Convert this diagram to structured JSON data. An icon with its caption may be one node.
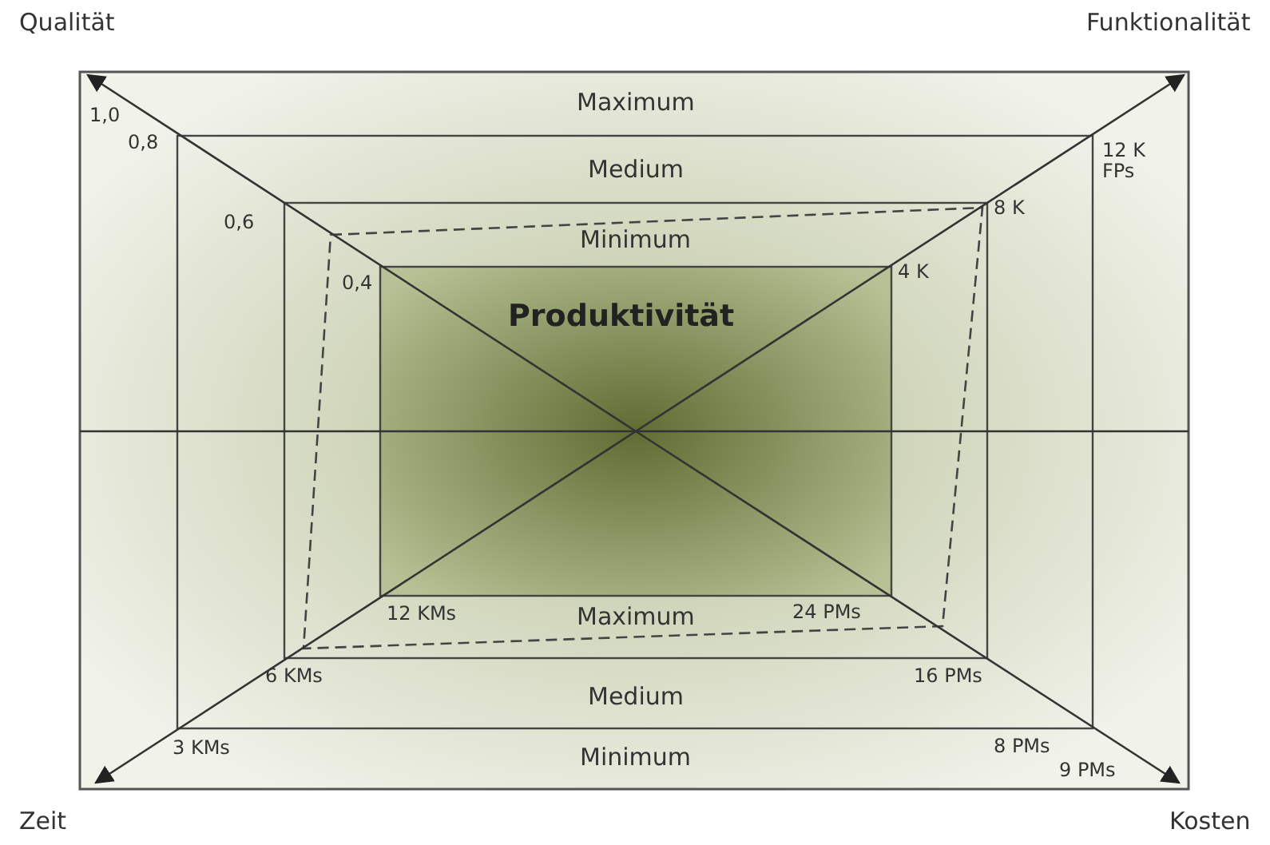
{
  "diagram": {
    "nodes": [
      {
        "text": [
          "Produktivität"
        ]
      }
    ],
    "edges": [],
    "labels": [
      "Qualität",
      "Funktionalität",
      "1,0",
      "Maximum",
      "0,8",
      "12 K FPs",
      "Medium",
      "0,6",
      "8 K",
      "Minimum",
      "0,4",
      "4 K",
      "12 KMs",
      "Maximum",
      "24 PMs",
      "6 KMs",
      "Medium",
      "16 PMs",
      "3 KMs",
      "Minimum",
      "8 PMs",
      "9 PMs",
      "Zeit",
      "Kosten"
    ]
  }
}
